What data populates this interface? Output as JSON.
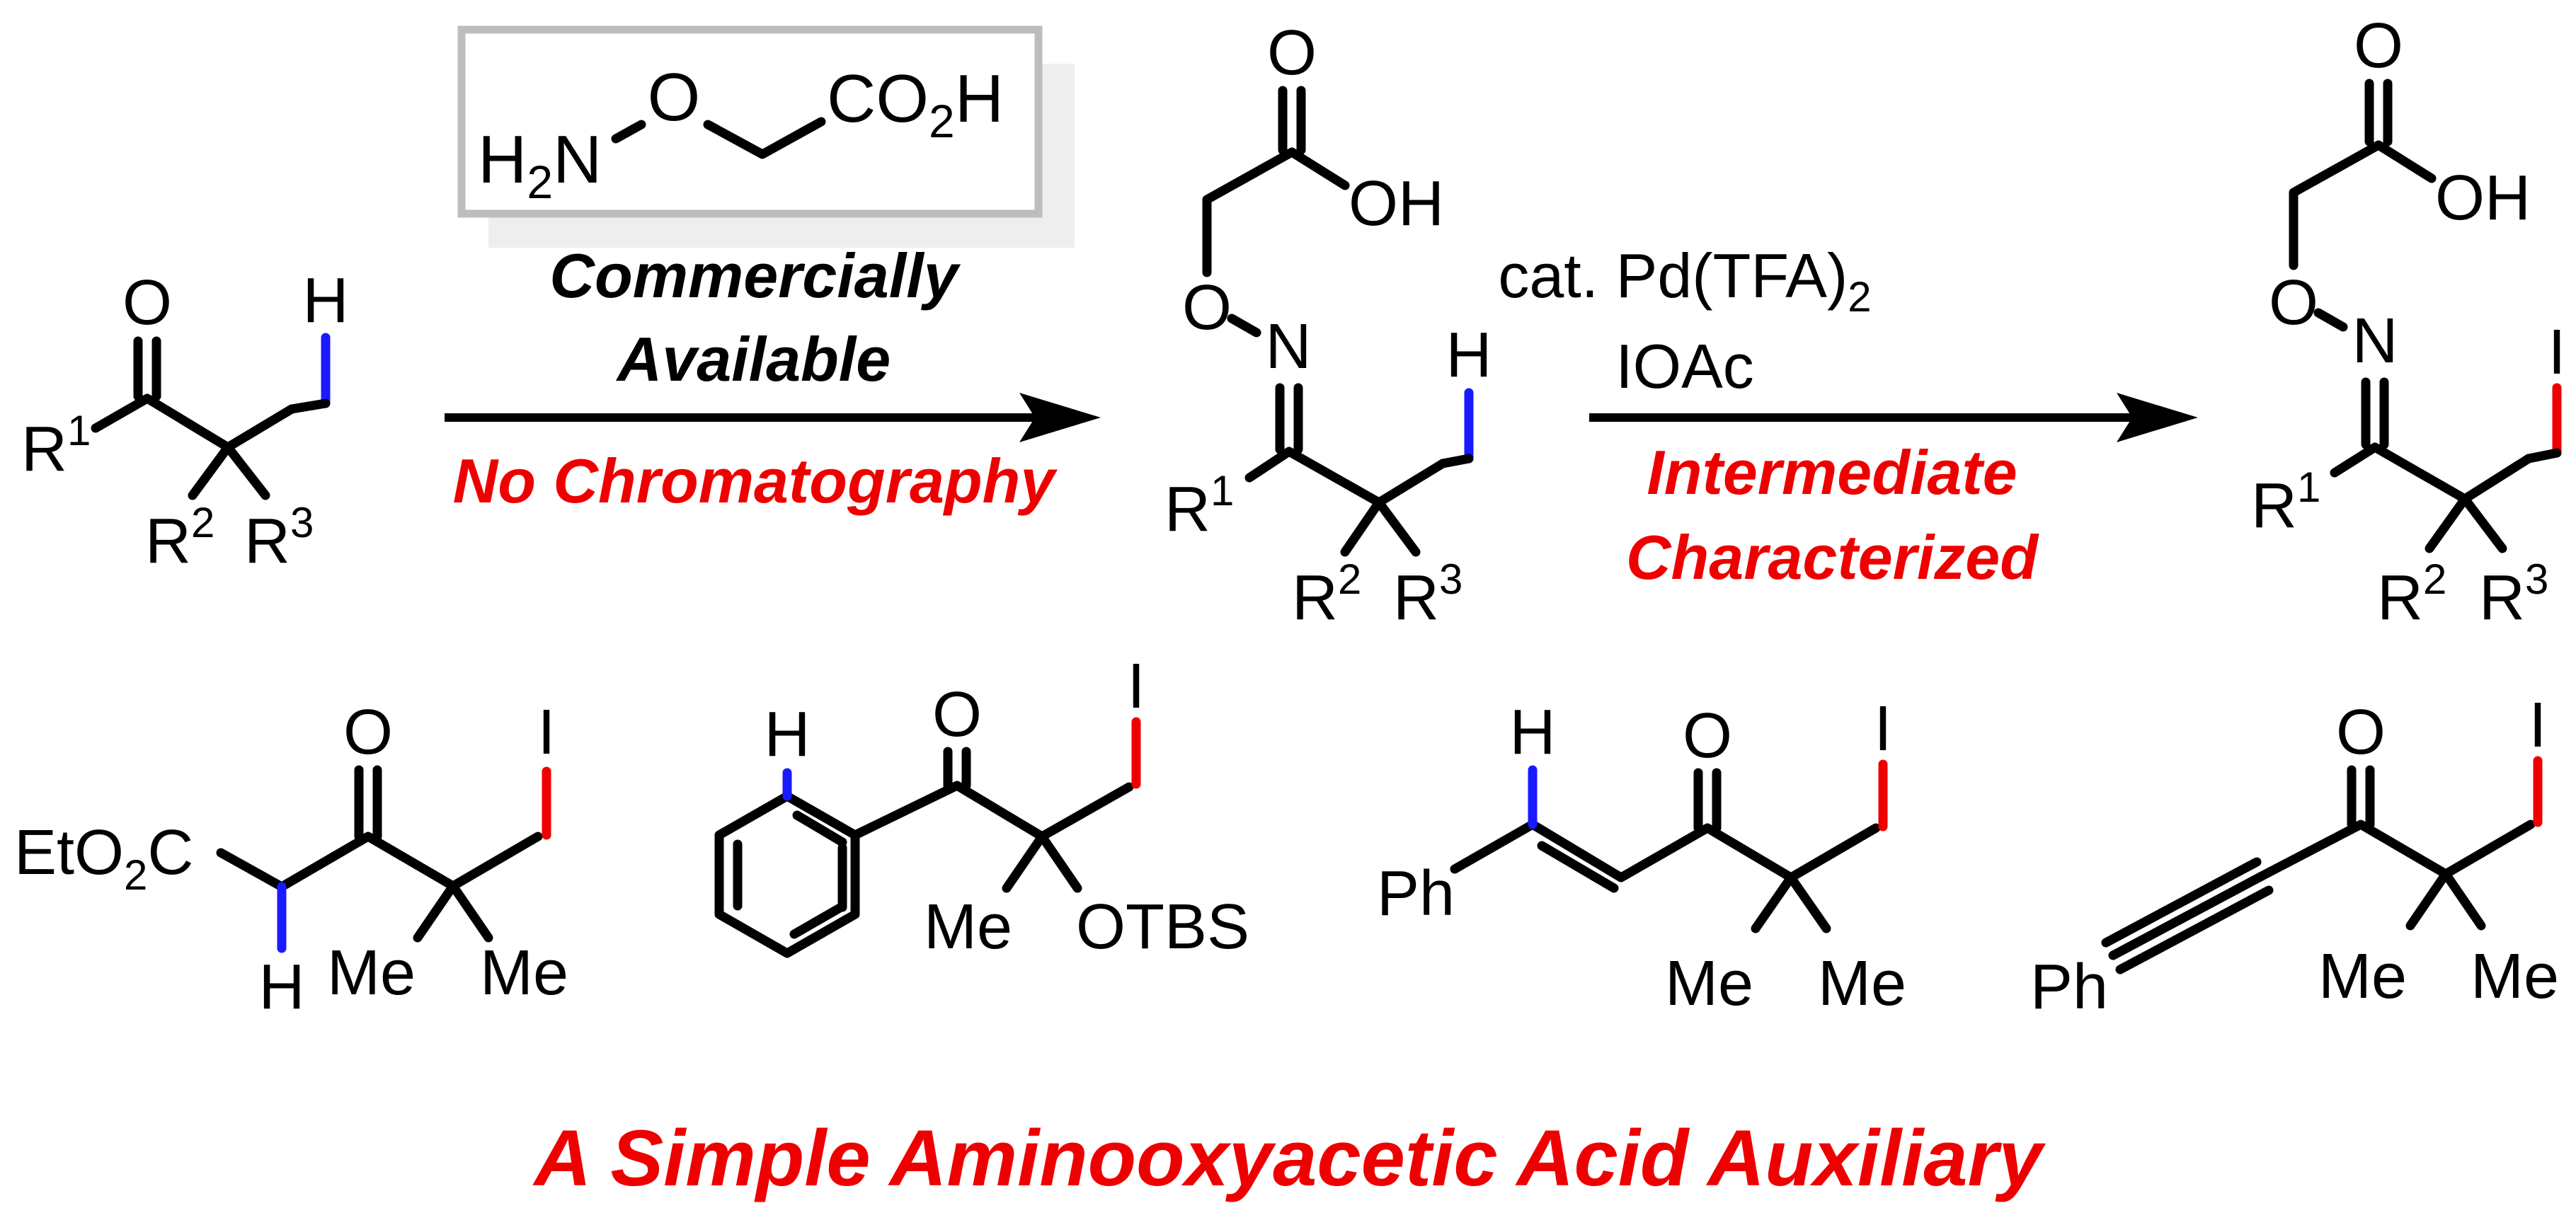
{
  "colors": {
    "highlight_red": "#ee0000",
    "highlight_blue": "#1a1aff",
    "bond_black": "#000000",
    "box_gray": "#bdbdbd",
    "box_shadow": "#eeeeee"
  },
  "reagent": {
    "h2n": "H2N",
    "o": "O",
    "co2h": "CO2H",
    "note_line1": "Commercially",
    "note_line2": "Available",
    "note_red": "No Chromatography"
  },
  "step2": {
    "cond_line1": "cat. Pd(TFA)2",
    "cond_line2": "IOAc",
    "note_line1": "Intermediate",
    "note_line2": "Characterized"
  },
  "atoms": {
    "O": "O",
    "H": "H",
    "N": "N",
    "I": "I",
    "OH": "OH",
    "R1": "R1",
    "R2": "R2",
    "R3": "R3",
    "Me": "Me",
    "EtO2C": "EtO2C",
    "Ph": "Ph",
    "OTBS": "OTBS"
  },
  "footer": {
    "title": "A Simple Aminooxyacetic Acid Auxiliary"
  }
}
